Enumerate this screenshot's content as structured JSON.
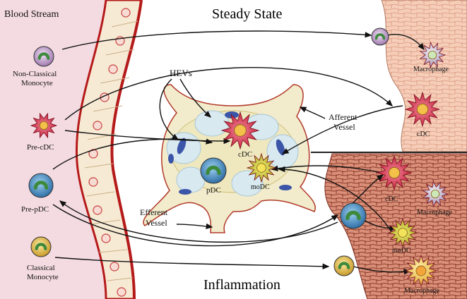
{
  "labels": {
    "blood_stream": "Blood Stream",
    "steady_state": "Steady State",
    "inflammation": "Inflammation",
    "hevs": "HEVs",
    "afferent_line1": "Afferent",
    "afferent_line2": "Vessel",
    "efferent_line1": "Efferent",
    "efferent_line2": "Vessel",
    "non_classical_line1": "Non-Classical",
    "non_classical_line2": "Monocyte",
    "pre_cdc": "Pre-cDC",
    "pre_pdc": "Pre-pDC",
    "classical_line1": "Classical",
    "classical_line2": "Monocyte",
    "ln_cdc": "cDC",
    "ln_pdc": "pDC",
    "ln_modc": "moDC",
    "ss_macrophage": "Macrophage",
    "ss_cdc": "cDC",
    "inf_cdc": "cDC",
    "inf_macrophage": "Macrophage",
    "inf_modc": "moDC",
    "inf_macrophage2": "Macrophage"
  },
  "colors": {
    "blood_bg": "#f3d9e0",
    "vessel_wall": "#b51a1a",
    "endothelial": "#f6e9d2",
    "tissue_light": "#f4c4ad",
    "tissue_dark": "#b8654d",
    "cdc": "#d9334a",
    "pdc": "#3f7fb5",
    "modc": "#c8c43a",
    "monocyte_nc": "#c9a4cf",
    "monocyte_c": "#e5c057",
    "lymph_node": "#f1eacb"
  }
}
